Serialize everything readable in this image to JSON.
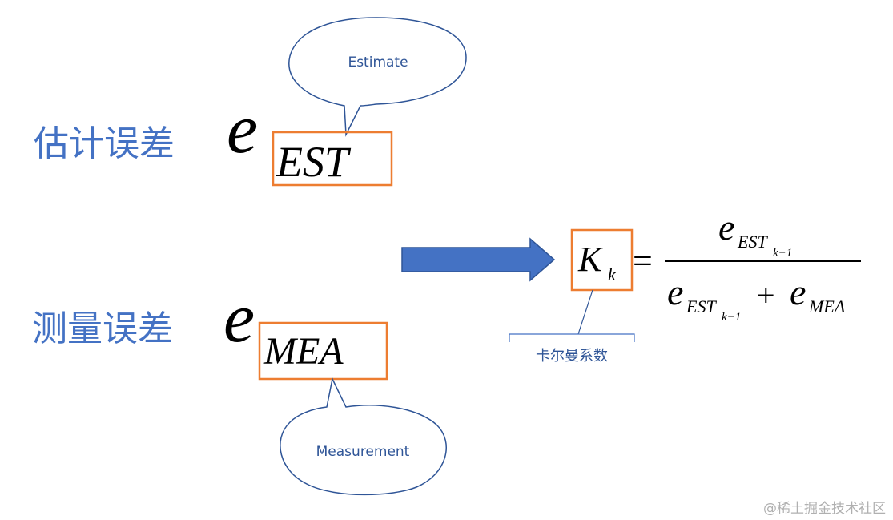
{
  "labels": {
    "estimate_error": "估计误差",
    "measurement_error": "测量误差",
    "estimate_bubble": "Estimate",
    "measurement_bubble": "Measurement",
    "kalman_gain": "卡尔曼系数",
    "watermark": "@稀土掘金技术社区"
  },
  "math": {
    "e": "e",
    "est": "EST",
    "mea": "MEA",
    "K": "K",
    "k": "k",
    "equals": "=",
    "plus": "+",
    "k_minus_1": "k−1"
  },
  "colors": {
    "blue_text": "#4472c4",
    "dark_blue": "#2f5597",
    "orange_box": "#ed7d31",
    "arrow_fill": "#4472c4",
    "bubble_stroke": "#2f5597",
    "watermark": "#b0b0b0"
  }
}
